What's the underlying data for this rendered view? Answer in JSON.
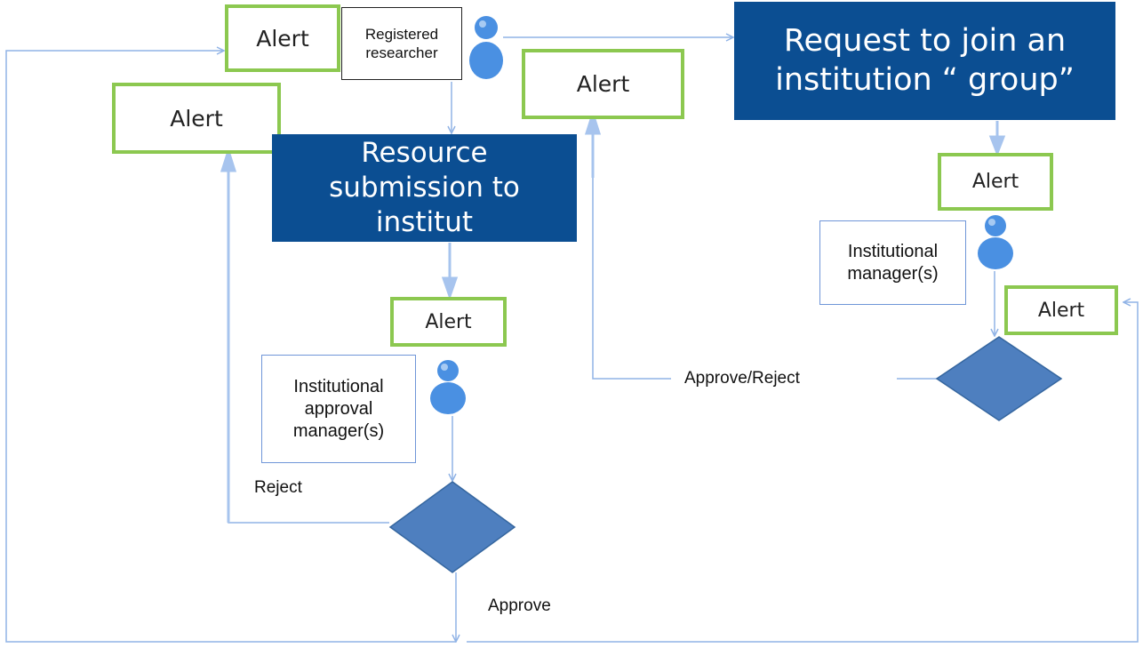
{
  "colors": {
    "process_fill": "#0b4e92",
    "alert_border": "#8cc850",
    "connector": "#90b3e6",
    "decision_fill": "#4e7fbf",
    "person_icon": "#4a90e2"
  },
  "top": {
    "alert_1": "Alert",
    "alert_2": "Alert",
    "registered_researcher": "Registered researcher",
    "person_icon": "person-icon"
  },
  "resource_flow": {
    "process": "Resource submission to institut",
    "alert": "Alert",
    "approval_managers": "Institutional approval manager(s)",
    "person_icon": "person-icon",
    "reject_label": "Reject",
    "approve_label": "Approve"
  },
  "join_flow": {
    "process": "Request to join an institution “ group”",
    "alert_top": "Alert",
    "alert_middle": "Alert",
    "managers": "Institutional manager(s)",
    "person_icon": "person-icon",
    "alert_right": "Alert",
    "approve_reject_label": "Approve/Reject"
  }
}
